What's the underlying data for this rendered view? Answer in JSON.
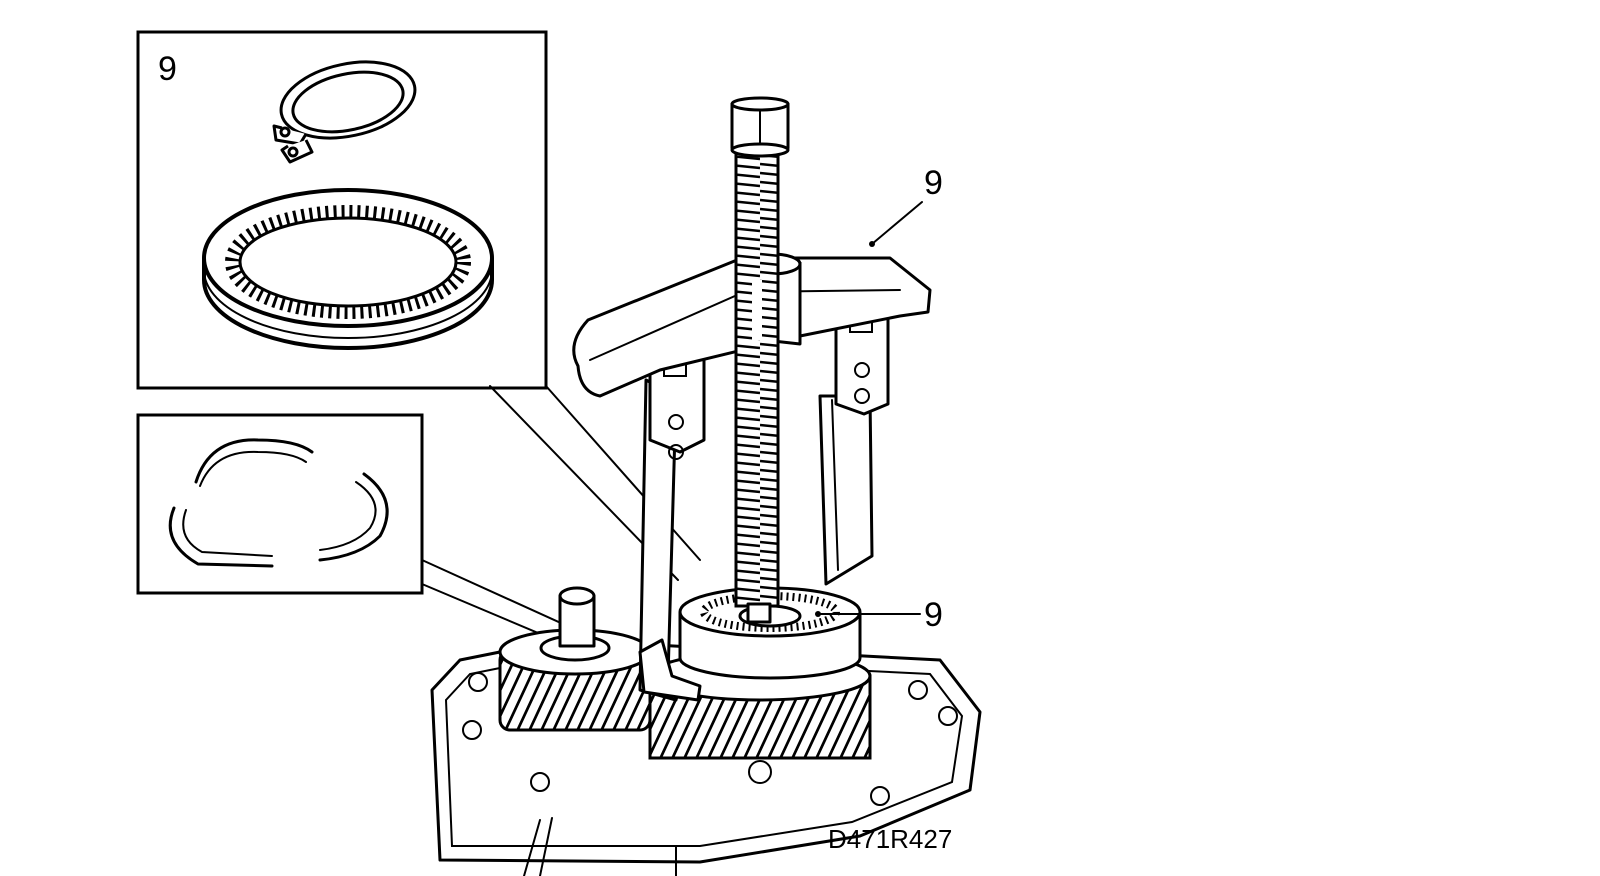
{
  "figure": {
    "inset_top_label": "9",
    "callout_puller_label": "9",
    "callout_ring_label": "9",
    "figure_code": "D471R427"
  },
  "colors": {
    "line": "#000000",
    "background": "#ffffff"
  }
}
